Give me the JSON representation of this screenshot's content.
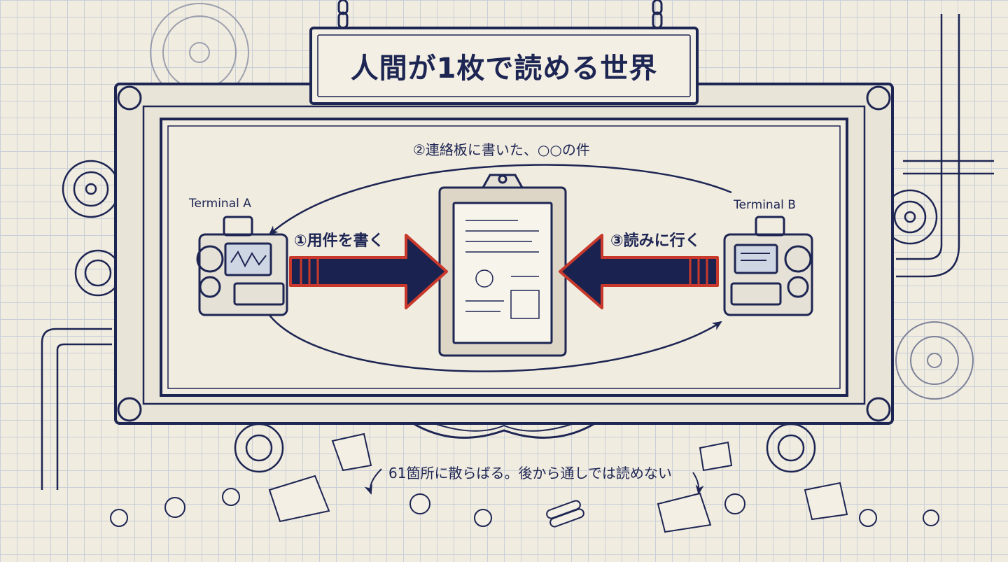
{
  "title": "人間が1枚で読める世界",
  "terminals": {
    "a": {
      "label": "Terminal A"
    },
    "b": {
      "label": "Terminal B"
    }
  },
  "steps": {
    "write": "①用件を書く",
    "refer": "②連絡板に書いた、○○の件",
    "read": "③読みに行く"
  },
  "footer_note": "61箇所に散らばる。後から通しでは読めない",
  "colors": {
    "ink": "#1d2553",
    "arrow_fill": "#1a2250",
    "arrow_outline": "#c8392b",
    "paper": "#f1ece0",
    "grid": "#c9cfd8",
    "frame_fill": "#e9e4d8"
  },
  "icons": [
    "gear-icon",
    "chain-icon",
    "pipe-icon",
    "clipboard-icon",
    "terminal-machine-icon",
    "crumpled-paper-icon",
    "scroll-bundle-icon"
  ]
}
